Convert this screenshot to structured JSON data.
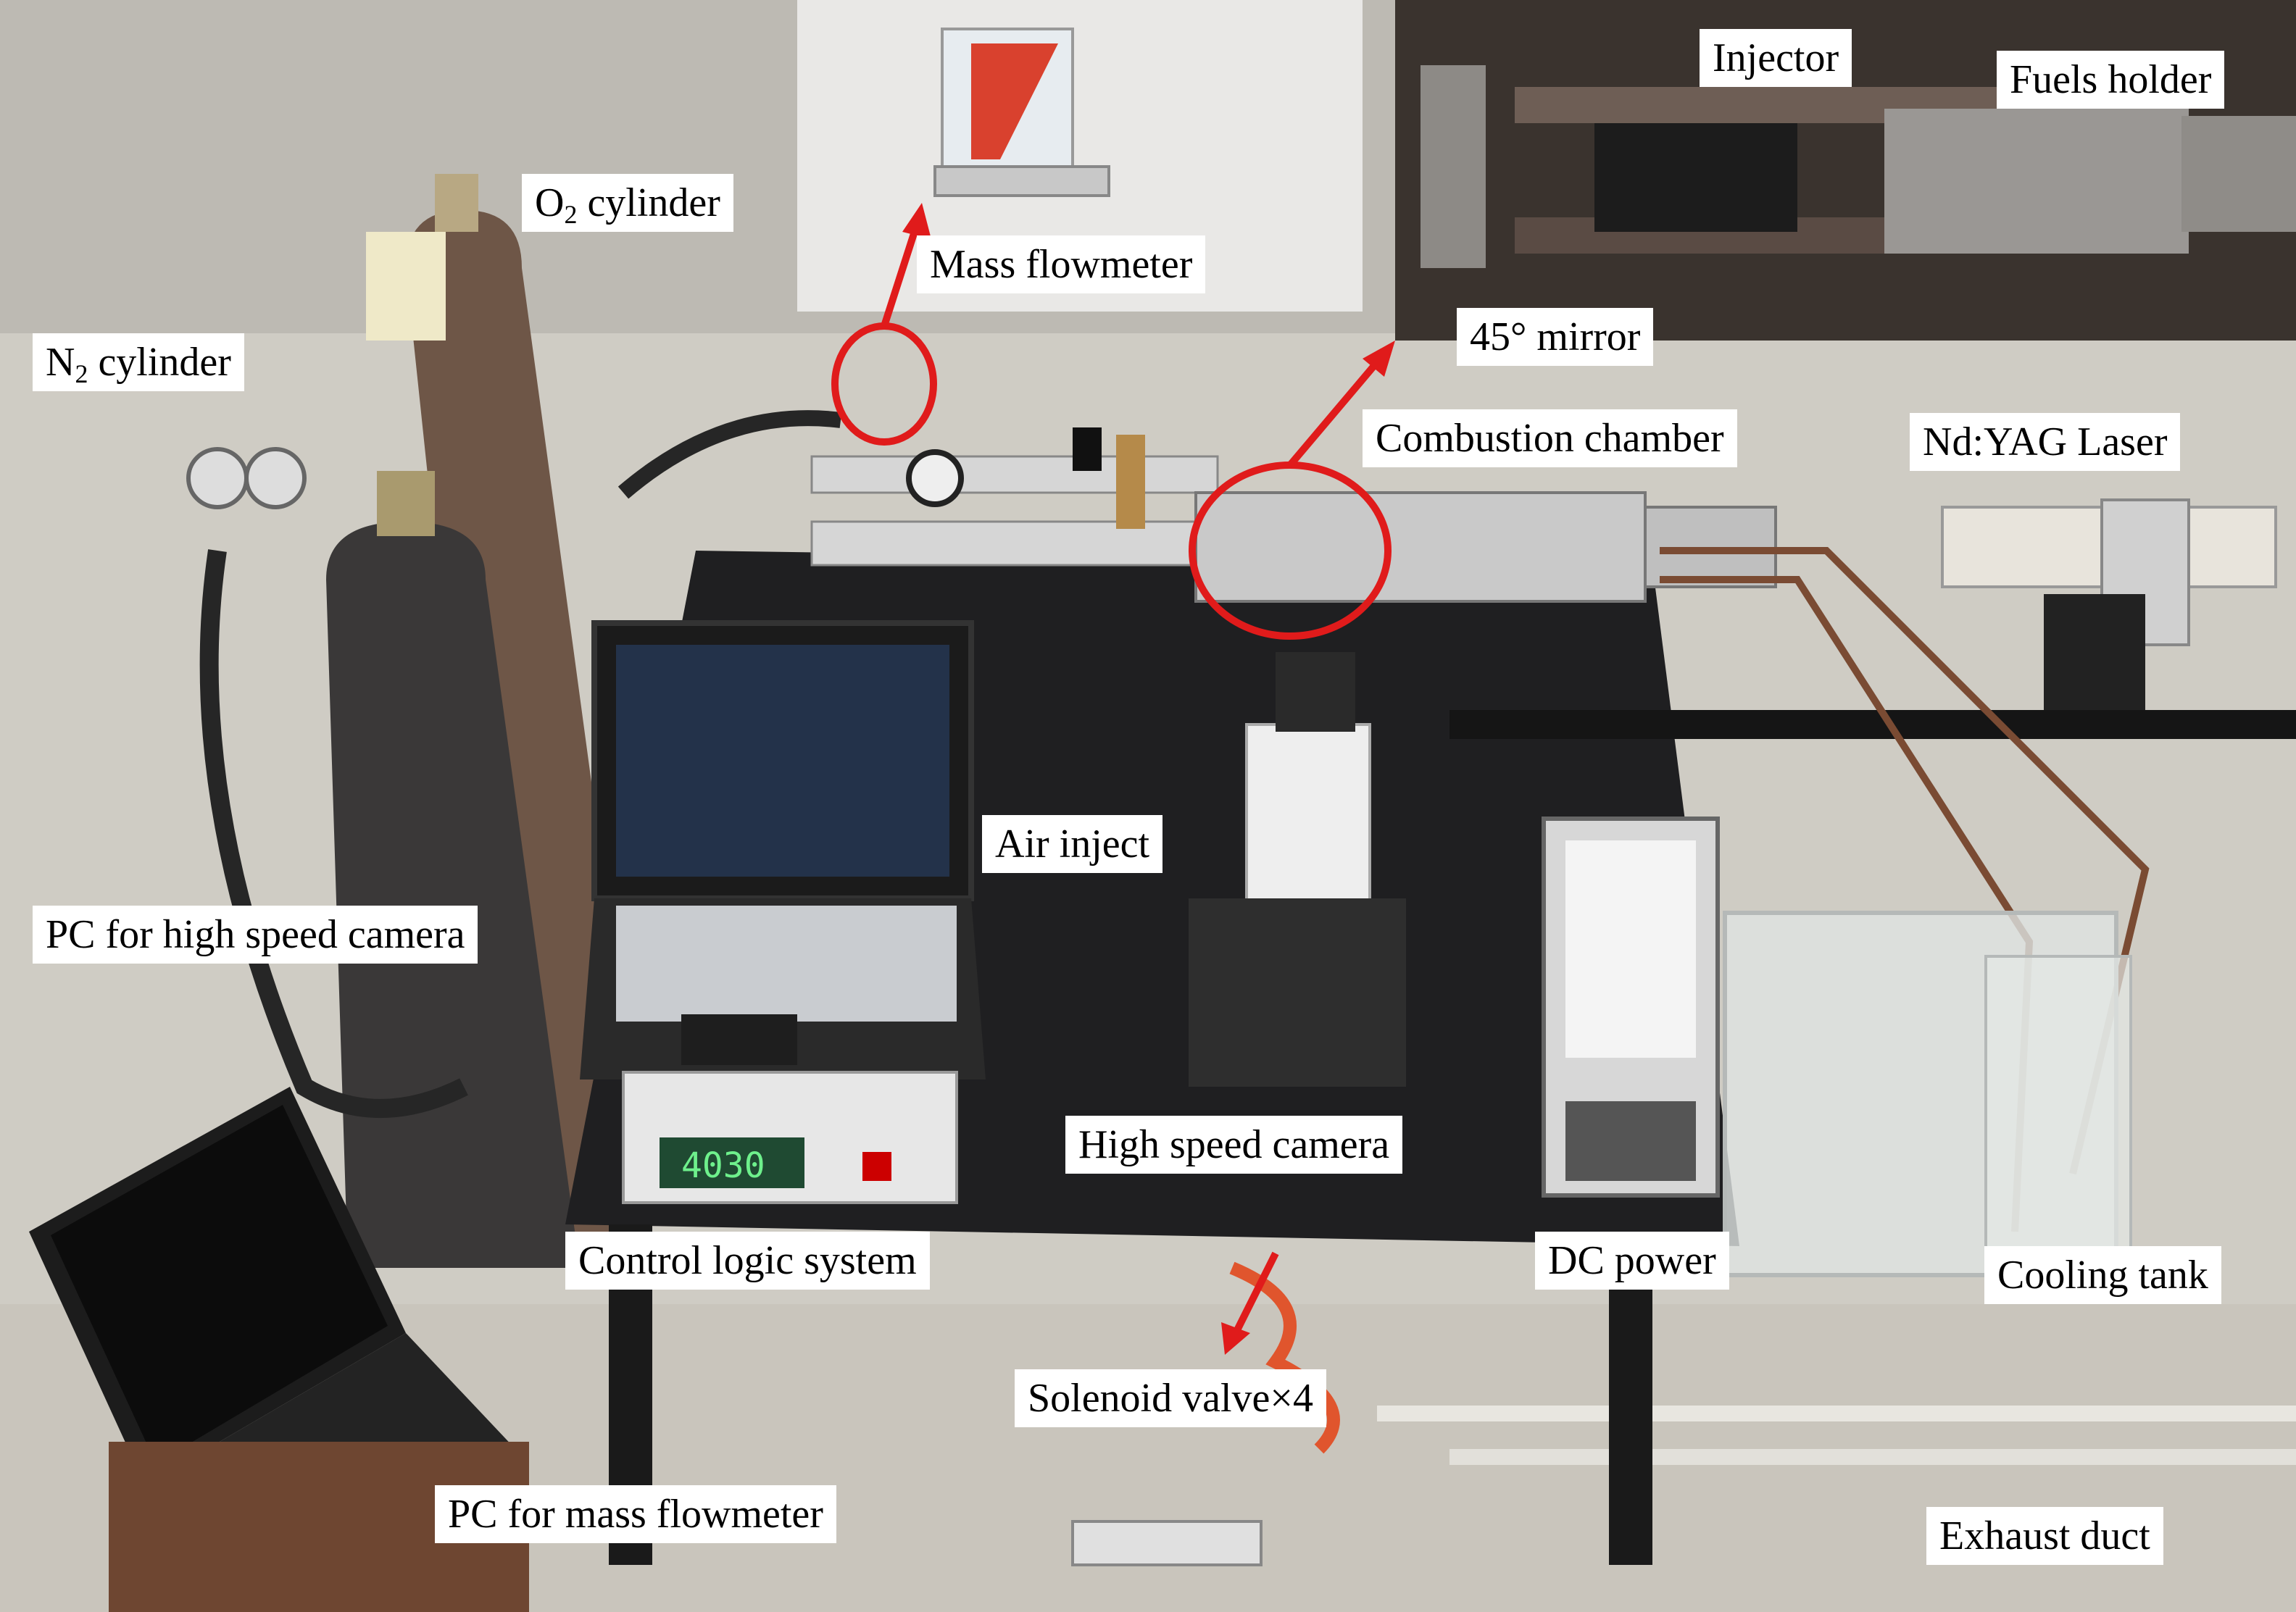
{
  "labels": {
    "o2_cylinder": {
      "prefix": "O",
      "sub": "2",
      "suffix": " cylinder"
    },
    "n2_cylinder": {
      "prefix": "N",
      "sub": "2",
      "suffix": " cylinder"
    },
    "mass_flowmeter": "Mass flowmeter",
    "injector": "Injector",
    "fuels_holder": "Fuels holder",
    "mirror": "45°  mirror",
    "combustion_chamber": "Combustion chamber",
    "laser": "Nd:YAG Laser",
    "air_inject": "Air inject",
    "pc_high_speed_camera": "PC for high speed camera",
    "high_speed_camera": "High speed camera",
    "control_logic_system": "Control logic system",
    "dc_power": "DC power",
    "cooling_tank": "Cooling tank",
    "solenoid_valve": "Solenoid valve×4",
    "pc_mass_flowmeter": "PC for mass flowmeter",
    "exhaust_duct": "Exhaust duct"
  },
  "screen": {
    "readout": "4030"
  },
  "colors": {
    "annotation_red": "#e01b1b",
    "label_bg": "#ffffff",
    "floor": "#cfccc4",
    "bench": "#1f1f21"
  }
}
